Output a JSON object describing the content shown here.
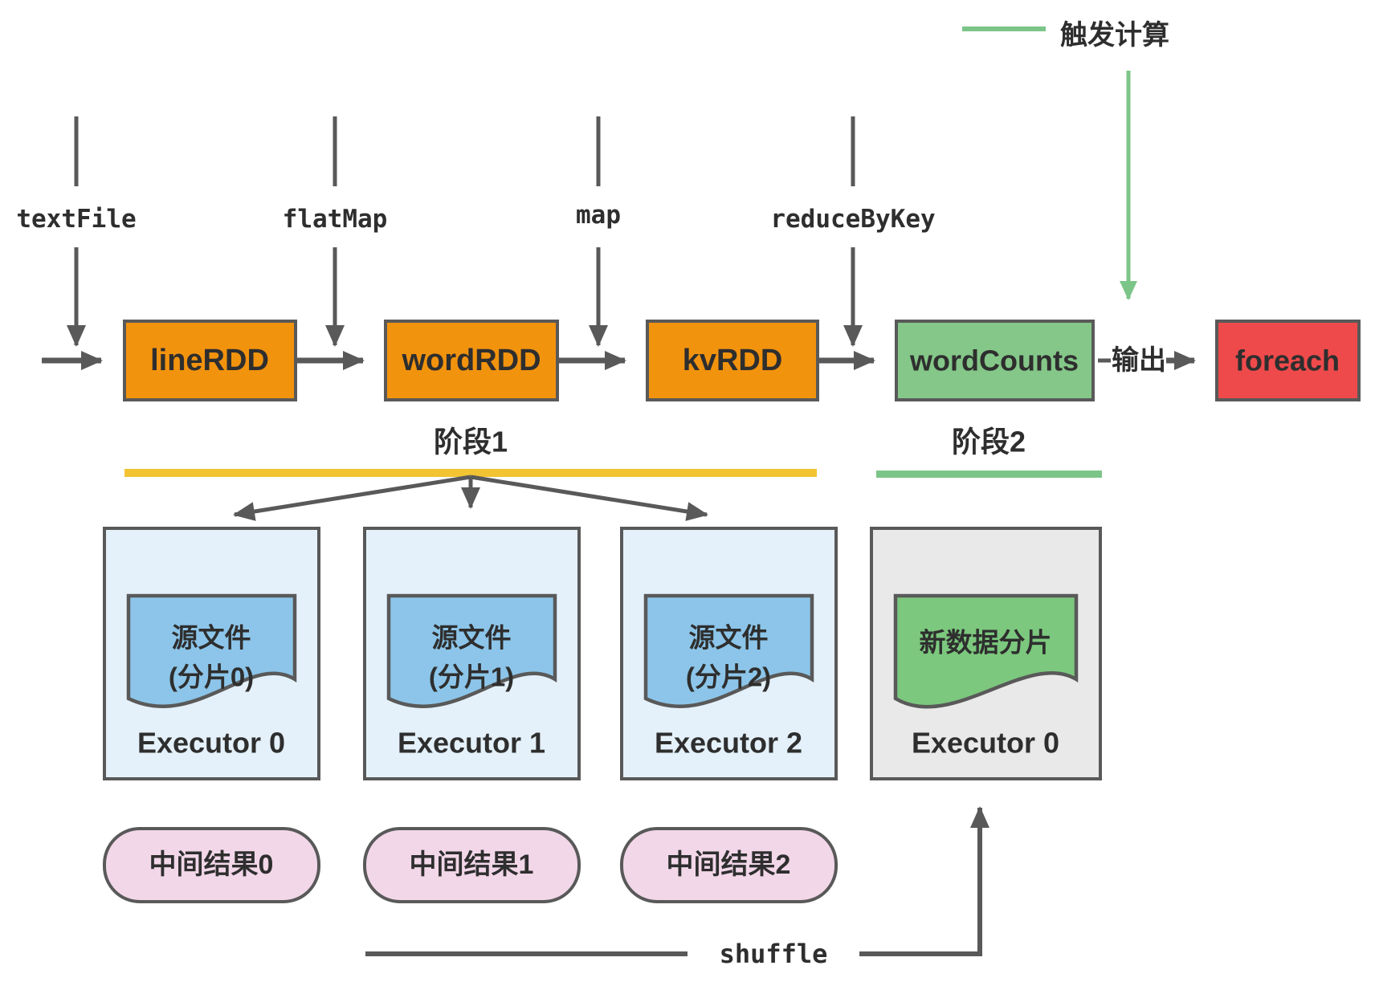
{
  "legend": {
    "label": "触发计算",
    "color": "#7CC588"
  },
  "operators": [
    {
      "label": "textFile"
    },
    {
      "label": "flatMap"
    },
    {
      "label": "map"
    },
    {
      "label": "reduceByKey"
    }
  ],
  "pipeline": {
    "boxes": [
      {
        "label": "lineRDD",
        "color": "#F2930E"
      },
      {
        "label": "wordRDD",
        "color": "#F2930E"
      },
      {
        "label": "kvRDD",
        "color": "#F2930E"
      },
      {
        "label": "wordCounts",
        "color": "#84C788"
      },
      {
        "label": "foreach",
        "color": "#EF4A4B"
      }
    ],
    "output_label": "输出"
  },
  "stages": [
    {
      "label": "阶段1",
      "color": "#F2C433"
    },
    {
      "label": "阶段2",
      "color": "#7CC588"
    }
  ],
  "executors": [
    {
      "title": "Executor 0",
      "box_color": "#E4F1FA",
      "doc_color": "#8CC5E9",
      "doc_line1": "源文件",
      "doc_line2": "(分片0)"
    },
    {
      "title": "Executor 1",
      "box_color": "#E4F1FA",
      "doc_color": "#8CC5E9",
      "doc_line1": "源文件",
      "doc_line2": "(分片1)"
    },
    {
      "title": "Executor 2",
      "box_color": "#E4F1FA",
      "doc_color": "#8CC5E9",
      "doc_line1": "源文件",
      "doc_line2": "(分片2)"
    },
    {
      "title": "Executor 0",
      "box_color": "#E9E9E9",
      "doc_color": "#7CC87E",
      "doc_line1": "新数据分片"
    }
  ],
  "intermediate_results": {
    "color": "#F2D7E9",
    "items": [
      {
        "label": "中间结果0"
      },
      {
        "label": "中间结果1"
      },
      {
        "label": "中间结果2"
      }
    ]
  },
  "shuffle_label": "shuffle"
}
